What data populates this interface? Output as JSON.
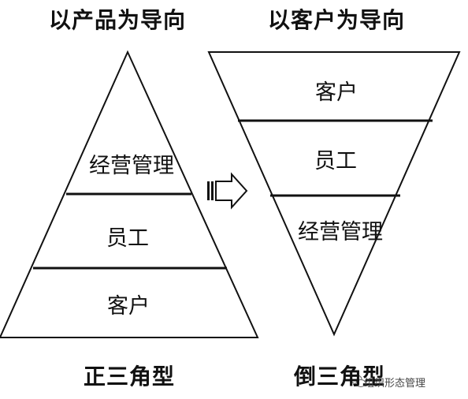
{
  "left_diagram": {
    "title": "以产品为导向",
    "layers": [
      "经营管理",
      "员工",
      "客户"
    ],
    "caption": "正三角型"
  },
  "right_diagram": {
    "title": "以客户为导向",
    "layers": [
      "客户",
      "员工",
      "经营管理"
    ],
    "caption": "倒三角型"
  },
  "watermark": "组织形态管理",
  "arrow_icon": "arrow-right-icon",
  "colors": {
    "line": "#111111",
    "background": "#ffffff"
  }
}
